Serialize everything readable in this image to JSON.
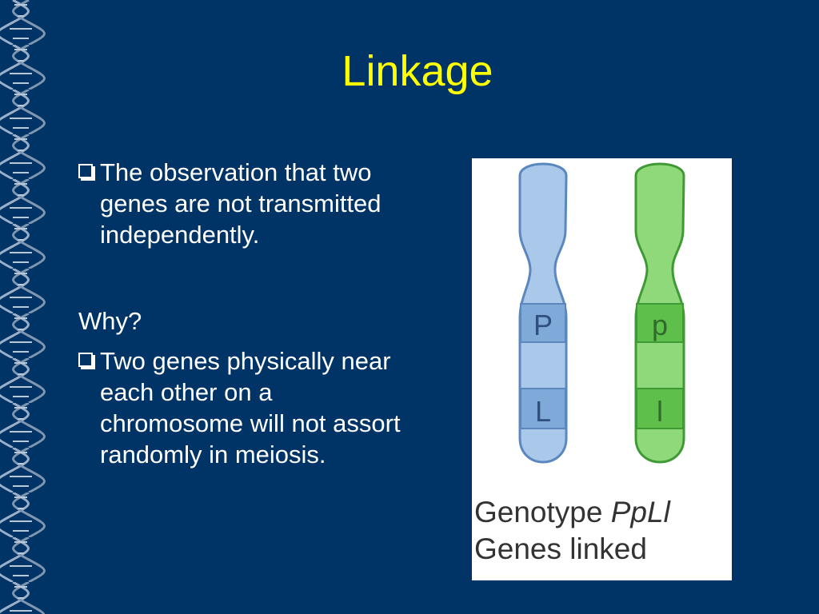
{
  "slide": {
    "title": "Linkage",
    "bullets": [
      "The observation that two genes are not transmitted independently.",
      "Two genes physically near each other on a chromosome will not assort randomly in meiosis."
    ],
    "question": "Why?"
  },
  "figure": {
    "chromosome_left": {
      "bands": [
        "P",
        "L"
      ],
      "color": "#a9c8ea",
      "band_color": "#7fa9d9",
      "outline": "#5b87bf"
    },
    "chromosome_right": {
      "bands": [
        "p",
        "l"
      ],
      "color": "#8fd97a",
      "band_color": "#5ec04a",
      "outline": "#3f9a35"
    },
    "caption_genotype_label": "Genotype",
    "caption_genotype_value": "PpLl",
    "caption_line2": "Genes linked"
  },
  "colors": {
    "background": "#003366",
    "title": "#ffff00",
    "text": "#ffffff"
  }
}
